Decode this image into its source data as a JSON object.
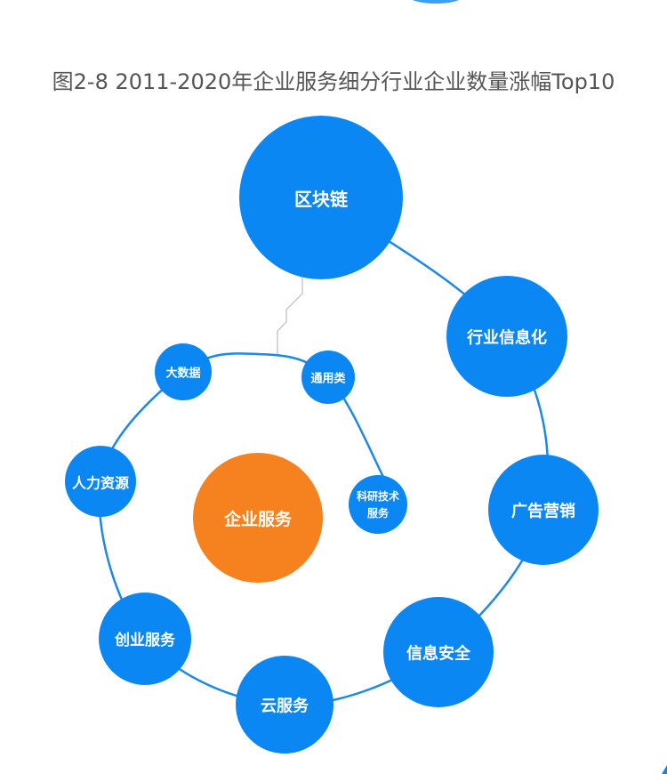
{
  "title": "图2-8 2011-2020年企业服务细分行业企业数量涨幅Top10",
  "colors": {
    "node": "#0A87F2",
    "center": "#F5821E",
    "connector": "#1E88E5",
    "link": "#C8C8C8"
  },
  "center": {
    "label": "企业服务"
  },
  "nodes": [
    {
      "label": "区块链"
    },
    {
      "label": "行业信息化"
    },
    {
      "label": "广告营销"
    },
    {
      "label": "信息安全"
    },
    {
      "label": "云服务"
    },
    {
      "label": "创业服务"
    },
    {
      "label": "人力资源"
    },
    {
      "label": "大数据"
    },
    {
      "label": "通用类"
    },
    {
      "label": "科研技术",
      "label2": "服务"
    }
  ]
}
